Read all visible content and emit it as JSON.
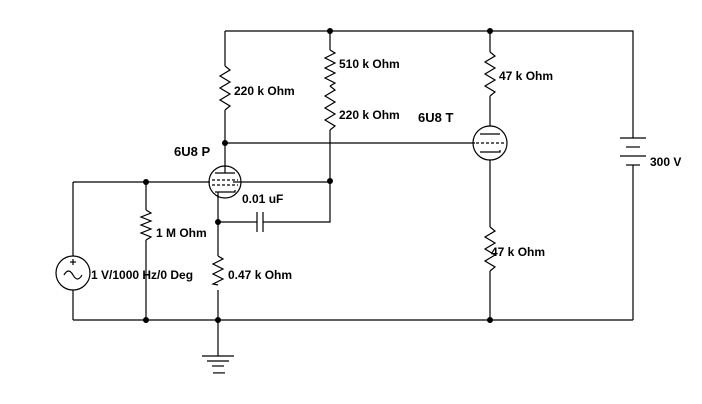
{
  "tubes": {
    "lower": "6U8 P",
    "upper": "6U8 T"
  },
  "resistors": {
    "r_220k_left": "220 k Ohm",
    "r_510k": "510 k Ohm",
    "r_220k_mid": "220 k Ohm",
    "r_47k_top": "47 k Ohm",
    "r_1M": "1 M Ohm",
    "r_047k": "0.47 k Ohm",
    "r_47k_bottom": "47 k Ohm"
  },
  "capacitor": "0.01 uF",
  "source": {
    "label": "1 V/1000 Hz/0 Deg",
    "symbol": "ac-voltage-source-icon"
  },
  "battery": "300 V",
  "ground": {
    "mark": "—",
    "symbol": "ground-icon"
  }
}
